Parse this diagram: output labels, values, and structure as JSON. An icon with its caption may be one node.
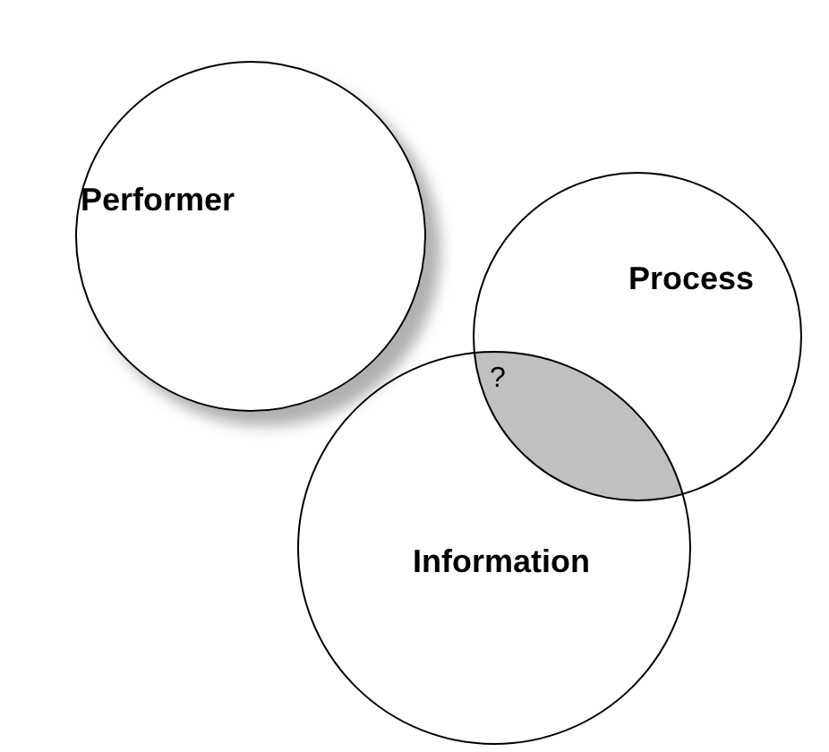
{
  "diagram": {
    "nodes": [
      {
        "text": [
          "Performer"
        ]
      },
      {
        "text": [
          "Process"
        ]
      },
      {
        "text": [
          "Information"
        ]
      }
    ],
    "labels": [
      "?"
    ]
  }
}
